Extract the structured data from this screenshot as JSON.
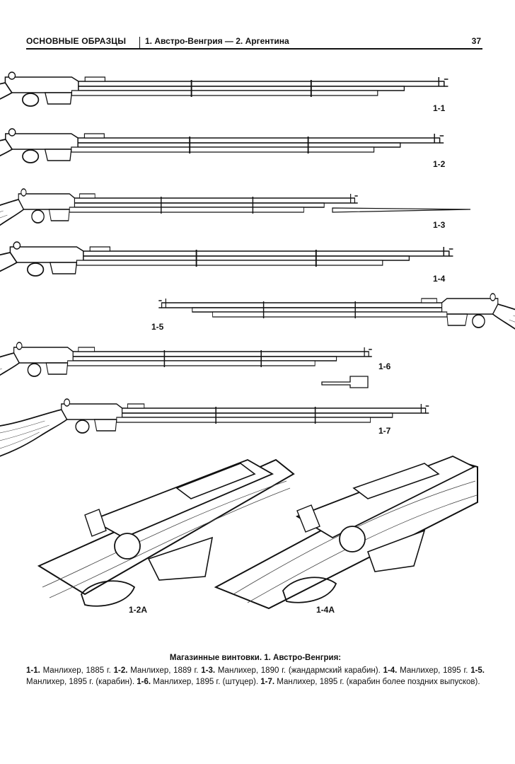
{
  "header": {
    "section": "ОСНОВНЫЕ ОБРАЗЦЫ",
    "chapter": "1. Австро-Венгрия — 2. Аргентина",
    "page_number": "37"
  },
  "figures": [
    {
      "id": "1-1"
    },
    {
      "id": "1-2"
    },
    {
      "id": "1-3"
    },
    {
      "id": "1-4"
    },
    {
      "id": "1-5"
    },
    {
      "id": "1-6"
    },
    {
      "id": "1-7"
    },
    {
      "id": "1-2A"
    },
    {
      "id": "1-4A"
    }
  ],
  "caption": {
    "title": "Магазинные винтовки. 1. Австро-Венгрия:",
    "entries": [
      {
        "id": "1-1.",
        "text": " Манлихер, 1885 г. "
      },
      {
        "id": "1-2.",
        "text": " Манлихер, 1889 г. "
      },
      {
        "id": "1-3.",
        "text": " Манлихер, 1890 г. (жандармский карабин). "
      },
      {
        "id": "1-4.",
        "text": " Манлихер, 1895 г. "
      },
      {
        "id": "1-5.",
        "text": " Манлихер, 1895 г. (карабин). "
      },
      {
        "id": "1-6.",
        "text": " Манлихер, 1895 г. (штуцер). "
      },
      {
        "id": "1-7.",
        "text": " Манлихер, 1895 г. (карабин более поздних выпусков)."
      }
    ]
  }
}
